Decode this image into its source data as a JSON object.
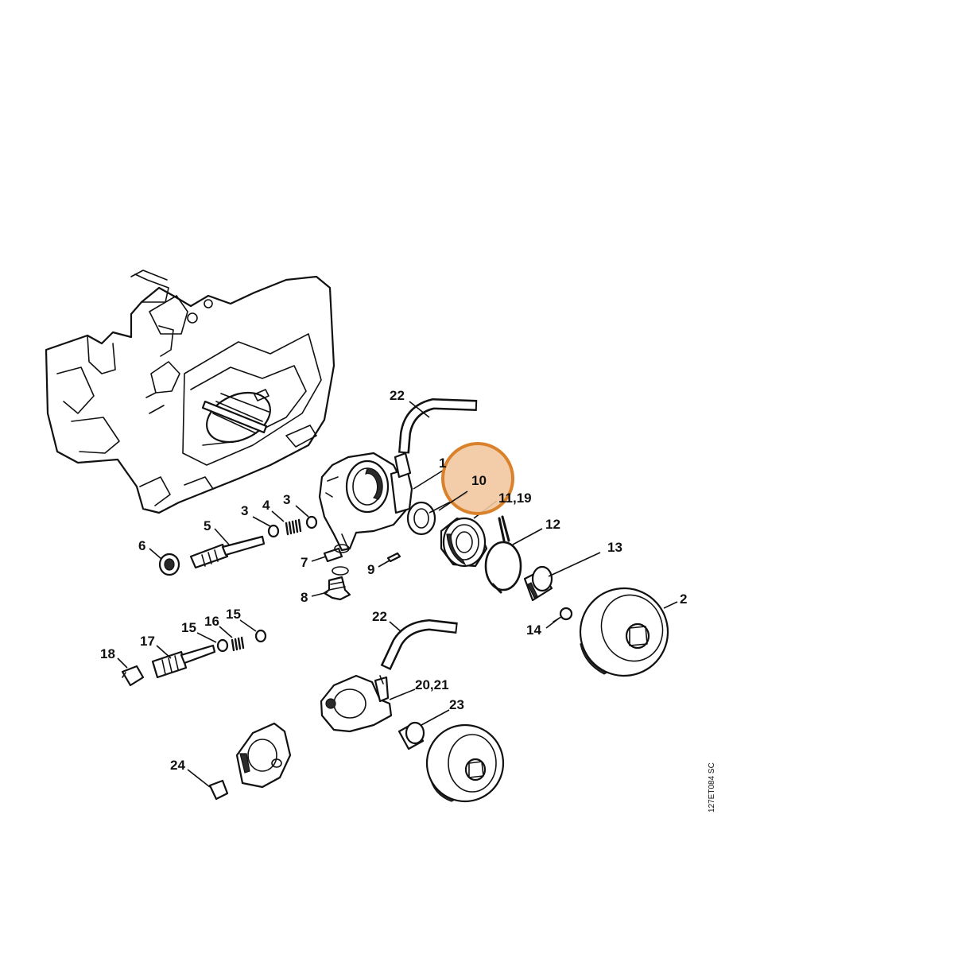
{
  "highlight_color": "#d9822b",
  "highlight_fill": "#f2c8a0",
  "reference_code": "127ET084 SC",
  "callouts": [
    {
      "id": "c22a",
      "label": "22"
    },
    {
      "id": "c1",
      "label": "1"
    },
    {
      "id": "c10",
      "label": "10"
    },
    {
      "id": "c1119",
      "label": "11,19"
    },
    {
      "id": "c12",
      "label": "12"
    },
    {
      "id": "c13",
      "label": "13"
    },
    {
      "id": "c2",
      "label": "2"
    },
    {
      "id": "c14",
      "label": "14"
    },
    {
      "id": "c3a",
      "label": "3"
    },
    {
      "id": "c4",
      "label": "4"
    },
    {
      "id": "c3b",
      "label": "3"
    },
    {
      "id": "c5",
      "label": "5"
    },
    {
      "id": "c6",
      "label": "6"
    },
    {
      "id": "c7",
      "label": "7"
    },
    {
      "id": "c8",
      "label": "8"
    },
    {
      "id": "c9",
      "label": "9"
    },
    {
      "id": "c15a",
      "label": "15"
    },
    {
      "id": "c16",
      "label": "16"
    },
    {
      "id": "c15b",
      "label": "15"
    },
    {
      "id": "c17",
      "label": "17"
    },
    {
      "id": "c18",
      "label": "18"
    },
    {
      "id": "c22b",
      "label": "22"
    },
    {
      "id": "c2021",
      "label": "20,21"
    },
    {
      "id": "c23",
      "label": "23"
    },
    {
      "id": "c24",
      "label": "24"
    }
  ]
}
